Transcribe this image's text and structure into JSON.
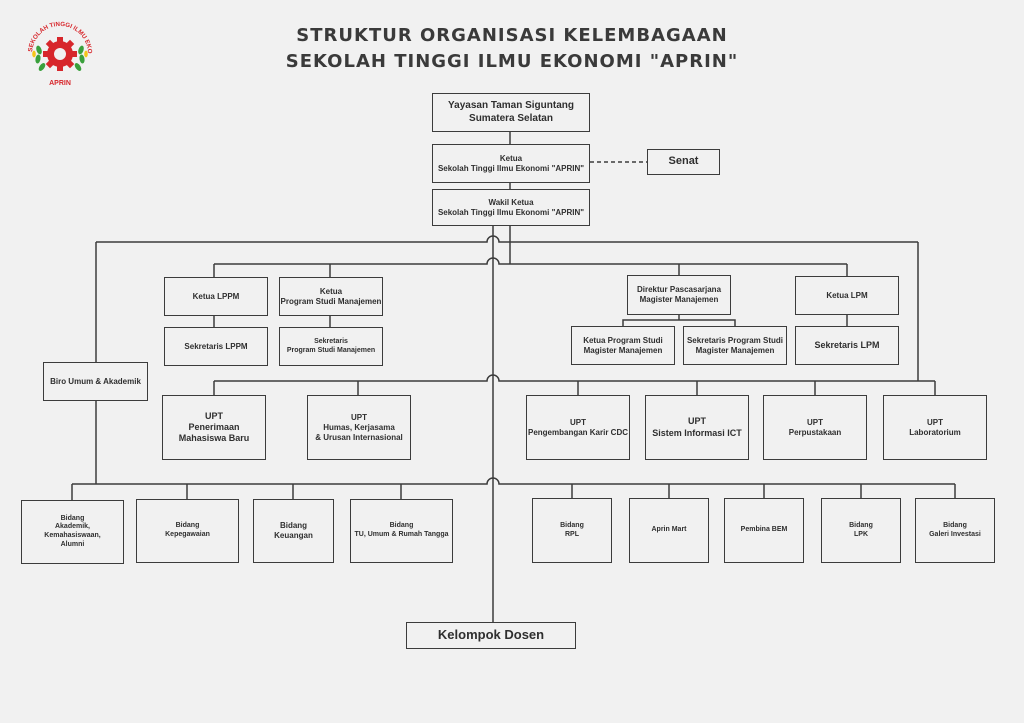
{
  "header": {
    "title_line1": "STRUKTUR ORGANISASI KELEMBAGAAN",
    "title_line2": "SEKOLAH TINGGI ILMU EKONOMI \"APRIN\"",
    "logo_text_arc": "SEKOLAH TINGGI ILMU EKONOMI",
    "logo_text_bottom": "APRIN",
    "logo_colors": {
      "gear": "#d7262b",
      "leaves": "#3aa03c",
      "accent": "#f5c518"
    }
  },
  "top": {
    "yayasan": [
      "Yayasan Taman Siguntang",
      "Sumatera Selatan"
    ],
    "ketua": [
      "Ketua",
      "Sekolah Tinggi Ilmu Ekonomi \"APRIN\""
    ],
    "senat": "Senat",
    "wakil": [
      "Wakil Ketua",
      "Sekolah Tinggi Ilmu Ekonomi \"APRIN\""
    ]
  },
  "row1": {
    "lppm": "Ketua LPPM",
    "sek_lppm": "Sekretaris LPPM",
    "kaprodi": [
      "Ketua",
      "Program Studi Manajemen"
    ],
    "sek_prodi": [
      "Sekretaris",
      "Program Studi Manajemen"
    ],
    "direktur": [
      "Direktur Pascasarjana",
      "Magister Manajemen"
    ],
    "kaprodi_mm": [
      "Ketua Program Studi",
      "Magister Manajemen"
    ],
    "sek_mm": [
      "Sekretaris Program Studi",
      "Magister Manajemen"
    ],
    "lpm": "Ketua LPM",
    "sek_lpm": "Sekretaris LPM"
  },
  "biro": "Biro Umum & Akademik",
  "upt": {
    "penerimaan": [
      "UPT",
      "Penerimaan",
      "Mahasiswa Baru"
    ],
    "humas": [
      "UPT",
      "Humas, Kerjasama",
      "& Urusan Internasional"
    ],
    "karir": [
      "UPT",
      "Pengembangan Karir CDC"
    ],
    "ict": [
      "UPT",
      "Sistem Informasi ICT"
    ],
    "perpus": [
      "UPT",
      "Perpustakaan"
    ],
    "lab": [
      "UPT",
      "Laboratorium"
    ]
  },
  "bidang": {
    "akademik": [
      "Bidang",
      "Akademik,",
      "Kemahasiswaan,",
      "Alumni"
    ],
    "kepegawaian": [
      "Bidang",
      "Kepegawaian"
    ],
    "keuangan": [
      "Bidang",
      "Keuangan"
    ],
    "tu": [
      "Bidang",
      "TU, Umum & Rumah Tangga"
    ],
    "rpl": [
      "Bidang",
      "RPL"
    ],
    "aprin_mart": "Aprin Mart",
    "bem": "Pembina BEM",
    "lpk": [
      "Bidang",
      "LPK"
    ],
    "galeri": [
      "Bidang",
      "Galeri Investasi"
    ]
  },
  "dosen": "Kelompok Dosen"
}
